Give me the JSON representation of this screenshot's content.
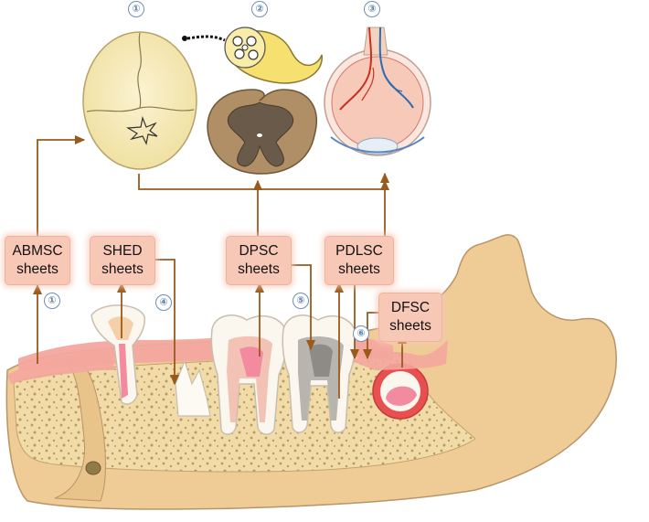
{
  "boxes": {
    "abmsc": {
      "line1": "ABMSC",
      "line2": "sheets"
    },
    "shed": {
      "line1": "SHED",
      "line2": "sheets"
    },
    "dpsc": {
      "line1": "DPSC",
      "line2": "sheets"
    },
    "pdlsc": {
      "line1": "PDLSC",
      "line2": "sheets"
    },
    "dfsc": {
      "line1": "DFSC",
      "line2": "sheets"
    }
  },
  "markers": {
    "skull": "①",
    "nerve": "②",
    "eye": "③",
    "abmsc": "①",
    "shed": "④",
    "dpsc": "⑤",
    "pdlsc": "⑥"
  },
  "colors": {
    "arrow": "#9a5a1c",
    "box_fill": "#f7c8b6",
    "bone": "#efcc96",
    "skull": "#f8eec2",
    "marker": "#5b7fae"
  },
  "icons": [
    "skull-icon",
    "nerve-icon",
    "spinal-cord-icon",
    "eyeball-icon",
    "jaw-icon"
  ]
}
